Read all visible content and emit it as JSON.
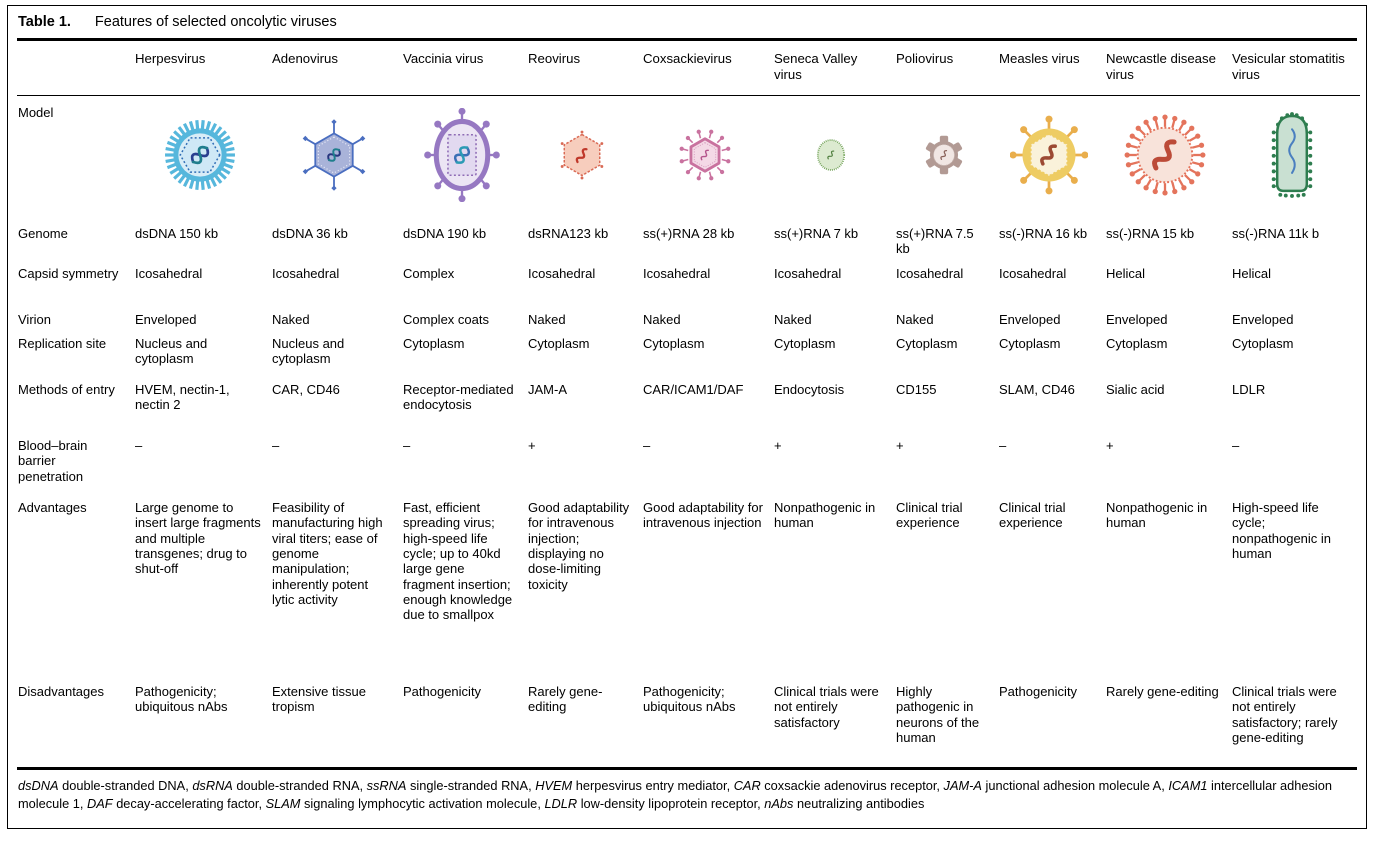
{
  "table": {
    "label": "Table 1.",
    "title": "Features of selected oncolytic viruses",
    "columns": [
      "Herpesvirus",
      "Adenovirus",
      "Vaccinia virus",
      "Reovirus",
      "Coxsackievirus",
      "Seneca Valley virus",
      "Poliovirus",
      "Measles virus",
      "Newcastle disease virus",
      "Vesicular stomatitis virus"
    ],
    "model_icons": [
      "herpesvirus-virion-icon",
      "adenovirus-virion-icon",
      "vaccinia-virion-icon",
      "reovirus-virion-icon",
      "coxsackievirus-virion-icon",
      "seneca-valley-virion-icon",
      "poliovirus-virion-icon",
      "measles-virion-icon",
      "newcastle-disease-virion-icon",
      "vesicular-stomatitis-virion-icon"
    ],
    "rows": [
      {
        "key": "model",
        "label": "Model",
        "type": "icons"
      },
      {
        "key": "genome",
        "label": "Genome",
        "values": [
          "dsDNA 150 kb",
          "dsDNA 36 kb",
          "dsDNA 190 kb",
          "dsRNA123 kb",
          "ss(+)RNA 28 kb",
          "ss(+)RNA 7 kb",
          "ss(+)RNA 7.5 kb",
          "ss(-)RNA 16 kb",
          "ss(-)RNA 15 kb",
          "ss(-)RNA 11k b"
        ]
      },
      {
        "key": "capsid-symmetry",
        "label": "Capsid symmetry",
        "values": [
          "Icosahedral",
          "Icosahedral",
          "Complex",
          "Icosahedral",
          "Icosahedral",
          "Icosahedral",
          "Icosahedral",
          "Icosahedral",
          "Helical",
          "Helical"
        ]
      },
      {
        "key": "virion",
        "label": "Virion",
        "values": [
          "Enveloped",
          "Naked",
          "Complex coats",
          "Naked",
          "Naked",
          "Naked",
          "Naked",
          "Enveloped",
          "Enveloped",
          "Enveloped"
        ]
      },
      {
        "key": "replication-site",
        "label": "Replication site",
        "values": [
          "Nucleus and cytoplasm",
          "Nucleus and cytoplasm",
          "Cytoplasm",
          "Cytoplasm",
          "Cytoplasm",
          "Cytoplasm",
          "Cytoplasm",
          "Cytoplasm",
          "Cytoplasm",
          "Cytoplasm"
        ]
      },
      {
        "key": "methods-of-entry",
        "label": "Methods of entry",
        "values": [
          "HVEM, nectin-1, nectin 2",
          "CAR, CD46",
          "Receptor-mediated endocytosis",
          "JAM-A",
          "CAR/ICAM1/DAF",
          "Endocytosis",
          "CD155",
          "SLAM, CD46",
          "Sialic acid",
          "LDLR"
        ]
      },
      {
        "key": "bbb-penetration",
        "label": "Blood–brain barrier penetration",
        "values": [
          "–",
          "–",
          "–",
          "+",
          "–",
          "+",
          "+",
          "–",
          "+",
          "–"
        ]
      },
      {
        "key": "advantages",
        "label": "Advantages",
        "values": [
          "Large genome to insert large fragments and multiple transgenes; drug to shut-off",
          "Feasibility of manufacturing high viral titers; ease of genome manipulation; inherently potent lytic activity",
          "Fast, efficient spreading virus; high-speed life cycle; up to 40kd large gene fragment insertion; enough knowledge due to smallpox",
          "Good adaptability for intravenous injection; displaying no dose-limiting toxicity",
          "Good adaptability for intravenous injection",
          "Nonpathogenic in human",
          "Clinical trial experience",
          "Clinical trial experience",
          "Nonpathogenic in human",
          "High-speed life cycle; nonpathogenic in human"
        ]
      },
      {
        "key": "disadvantages",
        "label": "Disadvantages",
        "values": [
          "Pathogenicity; ubiquitous nAbs",
          "Extensive tissue tropism",
          "Pathogenicity",
          "Rarely gene-editing",
          "Pathogenicity; ubiquitous nAbs",
          "Clinical trials were not entirely satisfactory",
          "Highly pathogenic in neurons of the human",
          "Pathogenicity",
          "Rarely gene-editing",
          "Clinical trials were not entirely satisfactory; rarely gene-editing"
        ]
      }
    ]
  },
  "footnote": {
    "items": [
      {
        "term": "dsDNA",
        "def": "double-stranded DNA"
      },
      {
        "term": "dsRNA",
        "def": "double-stranded RNA"
      },
      {
        "term": "ssRNA",
        "def": "single-stranded RNA"
      },
      {
        "term": "HVEM",
        "def": "herpesvirus entry mediator"
      },
      {
        "term": "CAR",
        "def": "coxsackie adenovirus receptor"
      },
      {
        "term": "JAM-A",
        "def": "junctional adhesion molecule A"
      },
      {
        "term": "ICAM1",
        "def": "intercellular adhesion molecule 1"
      },
      {
        "term": "DAF",
        "def": "decay-accelerating factor"
      },
      {
        "term": "SLAM",
        "def": "signaling lymphocytic activation molecule"
      },
      {
        "term": "LDLR",
        "def": "low-density lipoprotein receptor"
      },
      {
        "term": "nAbs",
        "def": "neutralizing antibodies"
      }
    ]
  },
  "icon_colors": {
    "herpesvirus": "#56b7dc",
    "adenovirus": "#4a6ec0",
    "vaccinia": "#9678c2",
    "reovirus": "#d96a55",
    "coxsackievirus": "#c9729f",
    "seneca_valley": "#6fa055",
    "poliovirus": "#b29a94",
    "measles": "#eecc63",
    "newcastle": "#e4745c",
    "vesicular_stomatitis": "#2e7d4f"
  }
}
